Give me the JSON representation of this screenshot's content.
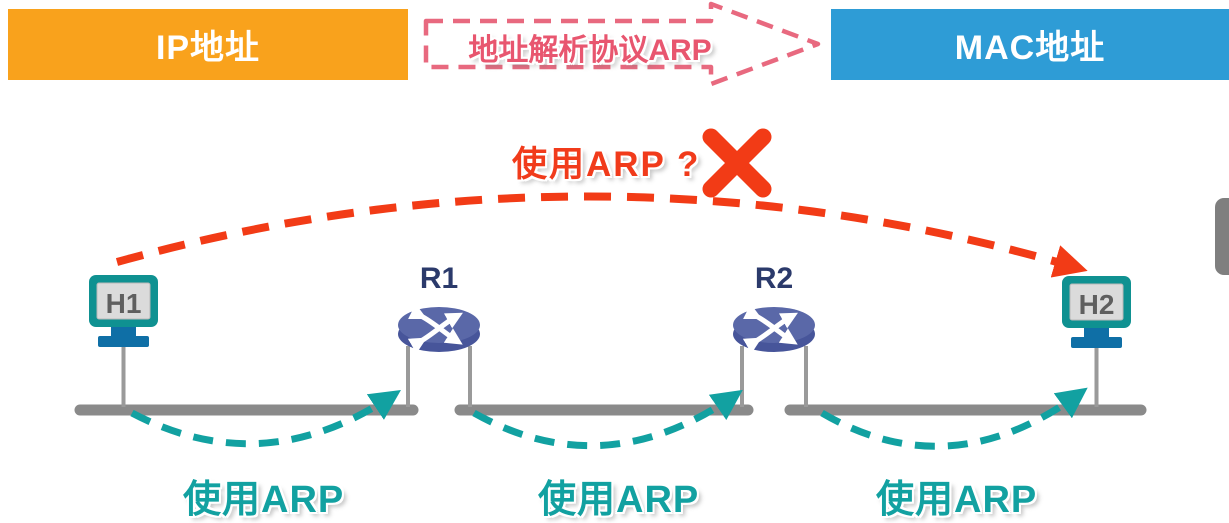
{
  "banner": {
    "ip": {
      "label": "IP地址",
      "bg": "#F9A21C"
    },
    "arp": {
      "label": "地址解析协议ARP",
      "color": "#E8566F",
      "outline_color": "#E8697F"
    },
    "mac": {
      "label": "MAC地址",
      "bg": "#2E9CD6"
    }
  },
  "diagram": {
    "question": {
      "label": "使用ARP ?",
      "color": "#F13B1B"
    },
    "hosts": [
      {
        "label": "H1"
      },
      {
        "label": "H2"
      }
    ],
    "routers": [
      {
        "label": "R1"
      },
      {
        "label": "R2"
      }
    ],
    "segment_arp_labels": [
      "使用ARP",
      "使用ARP",
      "使用ARP"
    ],
    "colors": {
      "red_path": "#F23B16",
      "teal_path": "#12A1A1",
      "bus": "#8A8A8A",
      "router_top": "#5A68A8",
      "router_side": "#47559A",
      "host_frame": "#0F9191",
      "host_screen": "#DBDBDB",
      "host_stand": "#0F6FA6",
      "label_navy": "#2B3A6B"
    }
  },
  "edge_tab": {
    "color": "#7F7F7F"
  }
}
